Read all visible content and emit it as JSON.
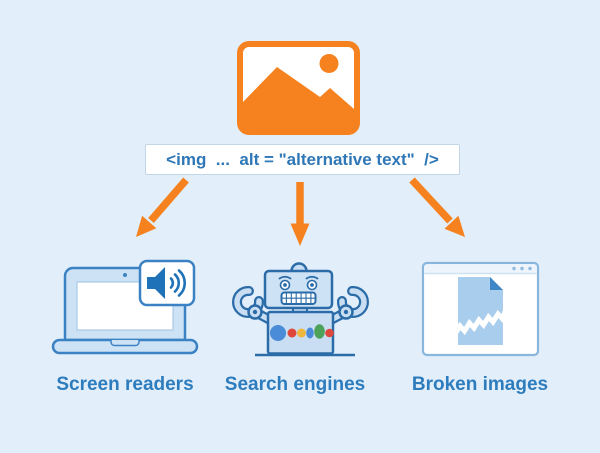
{
  "code_box": {
    "text": "<img  ...  alt = \"alternative text\"  />"
  },
  "branches": [
    {
      "label": "Screen readers",
      "icon": "laptop-with-speaker-icon"
    },
    {
      "label": "Search engines",
      "icon": "search-robot-icon"
    },
    {
      "label": "Broken images",
      "icon": "browser-broken-image-icon"
    }
  ],
  "icons": {
    "top": "image-photo-icon",
    "arrows": [
      "down-left-arrow-icon",
      "down-arrow-icon",
      "down-right-arrow-icon"
    ],
    "speaker": "speaker-sound-icon"
  },
  "colors": {
    "background": "#e2eefa",
    "accent_orange": "#f5821f",
    "text_blue": "#2d7cbd",
    "outline_blue_dark": "#2b6ca8",
    "outline_blue_medium": "#3b82c4",
    "fill_light_blue": "#cde2f4",
    "speaker_blue": "#1f72b8",
    "broken_image_fill": "#a9cdec",
    "broken_image_fold": "#3e86c5",
    "google_blue": "#4a8cd8",
    "google_red": "#e0473c",
    "google_yellow": "#f0b73e",
    "google_green": "#4ba258"
  }
}
